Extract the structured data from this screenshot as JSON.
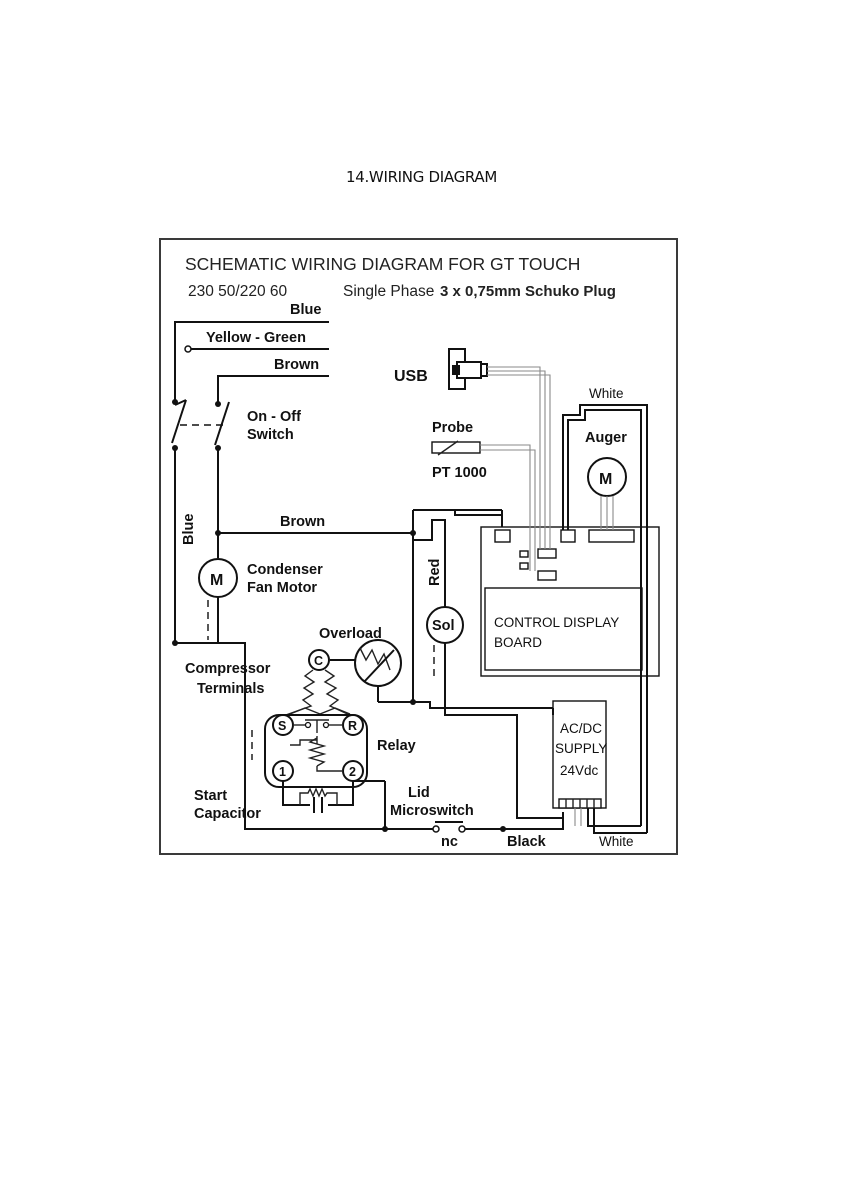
{
  "page": {
    "heading": "14.WIRING DIAGRAM"
  },
  "diagram": {
    "title": "SCHEMATIC WIRING DIAGRAM FOR GT  TOUCH",
    "subtitle_left": "230 50/220 60",
    "subtitle_mid": "Single Phase",
    "subtitle_right": "3 x 0,75mm Schuko Plug",
    "wire_labels": {
      "blue_top": "Blue",
      "yellow_green": "Yellow - Green",
      "brown_top": "Brown",
      "brown_mid": "Brown",
      "blue_vertical": "Blue",
      "red_vertical": "Red",
      "white_top": "White",
      "white_bottom": "White",
      "black": "Black"
    },
    "components": {
      "usb": "USB",
      "switch_line1": "On - Off",
      "switch_line2": "Switch",
      "probe": "Probe",
      "probe_type": "PT 1000",
      "auger": "Auger",
      "motor_symbol": "M",
      "condenser_line1": "Condenser",
      "condenser_line2": "Fan Motor",
      "solenoid": "Sol",
      "overload": "Overload",
      "compressor_line1": "Compressor",
      "compressor_line2": "Terminals",
      "terminal_c": "C",
      "terminal_s": "S",
      "terminal_r": "R",
      "terminal_1": "1",
      "terminal_2": "2",
      "relay": "Relay",
      "start_cap_line1": "Start",
      "start_cap_line2": "Capacitor",
      "lid_line1": "Lid",
      "lid_line2": "Microswitch",
      "lid_state": "nc",
      "board_line1": "CONTROL DISPLAY",
      "board_line2": "BOARD",
      "psu_line1": "AC/DC",
      "psu_line2": "SUPPLY",
      "psu_line3": "24Vdc"
    }
  }
}
